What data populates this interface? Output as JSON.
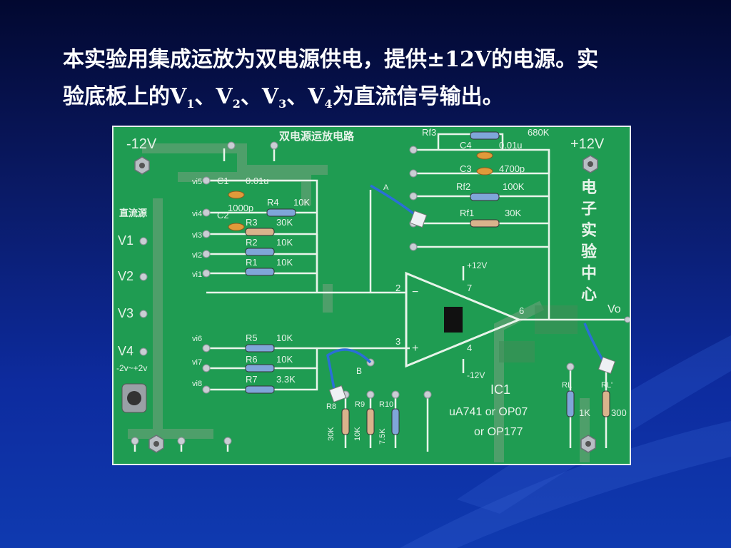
{
  "slide": {
    "caption_line1": "本实验用集成运放为双电源供电，提供±12V的电源。实",
    "caption_line2_prefix": "验底板上的",
    "caption_line2_suffix": "为直流信号输出。",
    "v_labels": [
      {
        "letter": "V",
        "sub": "1"
      },
      {
        "letter": "V",
        "sub": "2"
      },
      {
        "letter": "V",
        "sub": "3"
      },
      {
        "letter": "V",
        "sub": "4"
      }
    ],
    "separator": "、"
  },
  "board": {
    "title": "双电源运放电路",
    "neg_supply": "-12V",
    "pos_supply": "+12V",
    "side_title_chars": [
      "电",
      "子",
      "实",
      "验",
      "中",
      "心"
    ],
    "dc_source": "直流源",
    "source_labels": [
      "V1",
      "V2",
      "V3",
      "V4"
    ],
    "range_label": "-2v~+2v",
    "inputs": [
      "vi5",
      "vi4",
      "vi3",
      "vi2",
      "vi1",
      "vi6",
      "vi7",
      "vi8"
    ],
    "components": {
      "c1": "C1",
      "c1_val": "0.01u",
      "c2": "C2",
      "c2_val": "1000p",
      "r4": "R4",
      "r4_val": "10K",
      "r3": "R3",
      "r3_val": "30K",
      "r2": "R2",
      "r2_val": "10K",
      "r1": "R1",
      "r1_val": "10K",
      "r5": "R5",
      "r5_val": "10K",
      "r6": "R6",
      "r6_val": "10K",
      "r7": "R7",
      "r7_val": "3.3K",
      "rf3": "Rf3",
      "rf3_val": "680K",
      "c4": "C4",
      "c4_val": "0.01u",
      "c3": "C3",
      "c3_val": "4700p",
      "rf2": "Rf2",
      "rf2_val": "100K",
      "rf1": "Rf1",
      "rf1_val": "30K",
      "r8": "R8",
      "r8_val": "30K",
      "r9": "R9",
      "r9_val": "10K",
      "r10": "R10",
      "r10_val": "7.5K",
      "rl": "RL",
      "rl_val": "1K",
      "rl2": "RL'",
      "rl2_val": "300"
    },
    "opamp": {
      "pin2": "2",
      "pin3": "3",
      "pin7": "7",
      "pin4": "4",
      "pin6": "6",
      "minus": "−",
      "plus": "+",
      "vplus": "+12V",
      "vminus": "-12V",
      "ic": "IC1",
      "part1": "uA741 or OP07",
      "part2": "or  OP177"
    },
    "node_a": "A",
    "node_b": "B",
    "output": "Vo"
  },
  "colors": {
    "board": "#1f9c52",
    "trace": "#5aa070",
    "silk": "#e8f4ea",
    "wire": "#2a6fd6"
  }
}
